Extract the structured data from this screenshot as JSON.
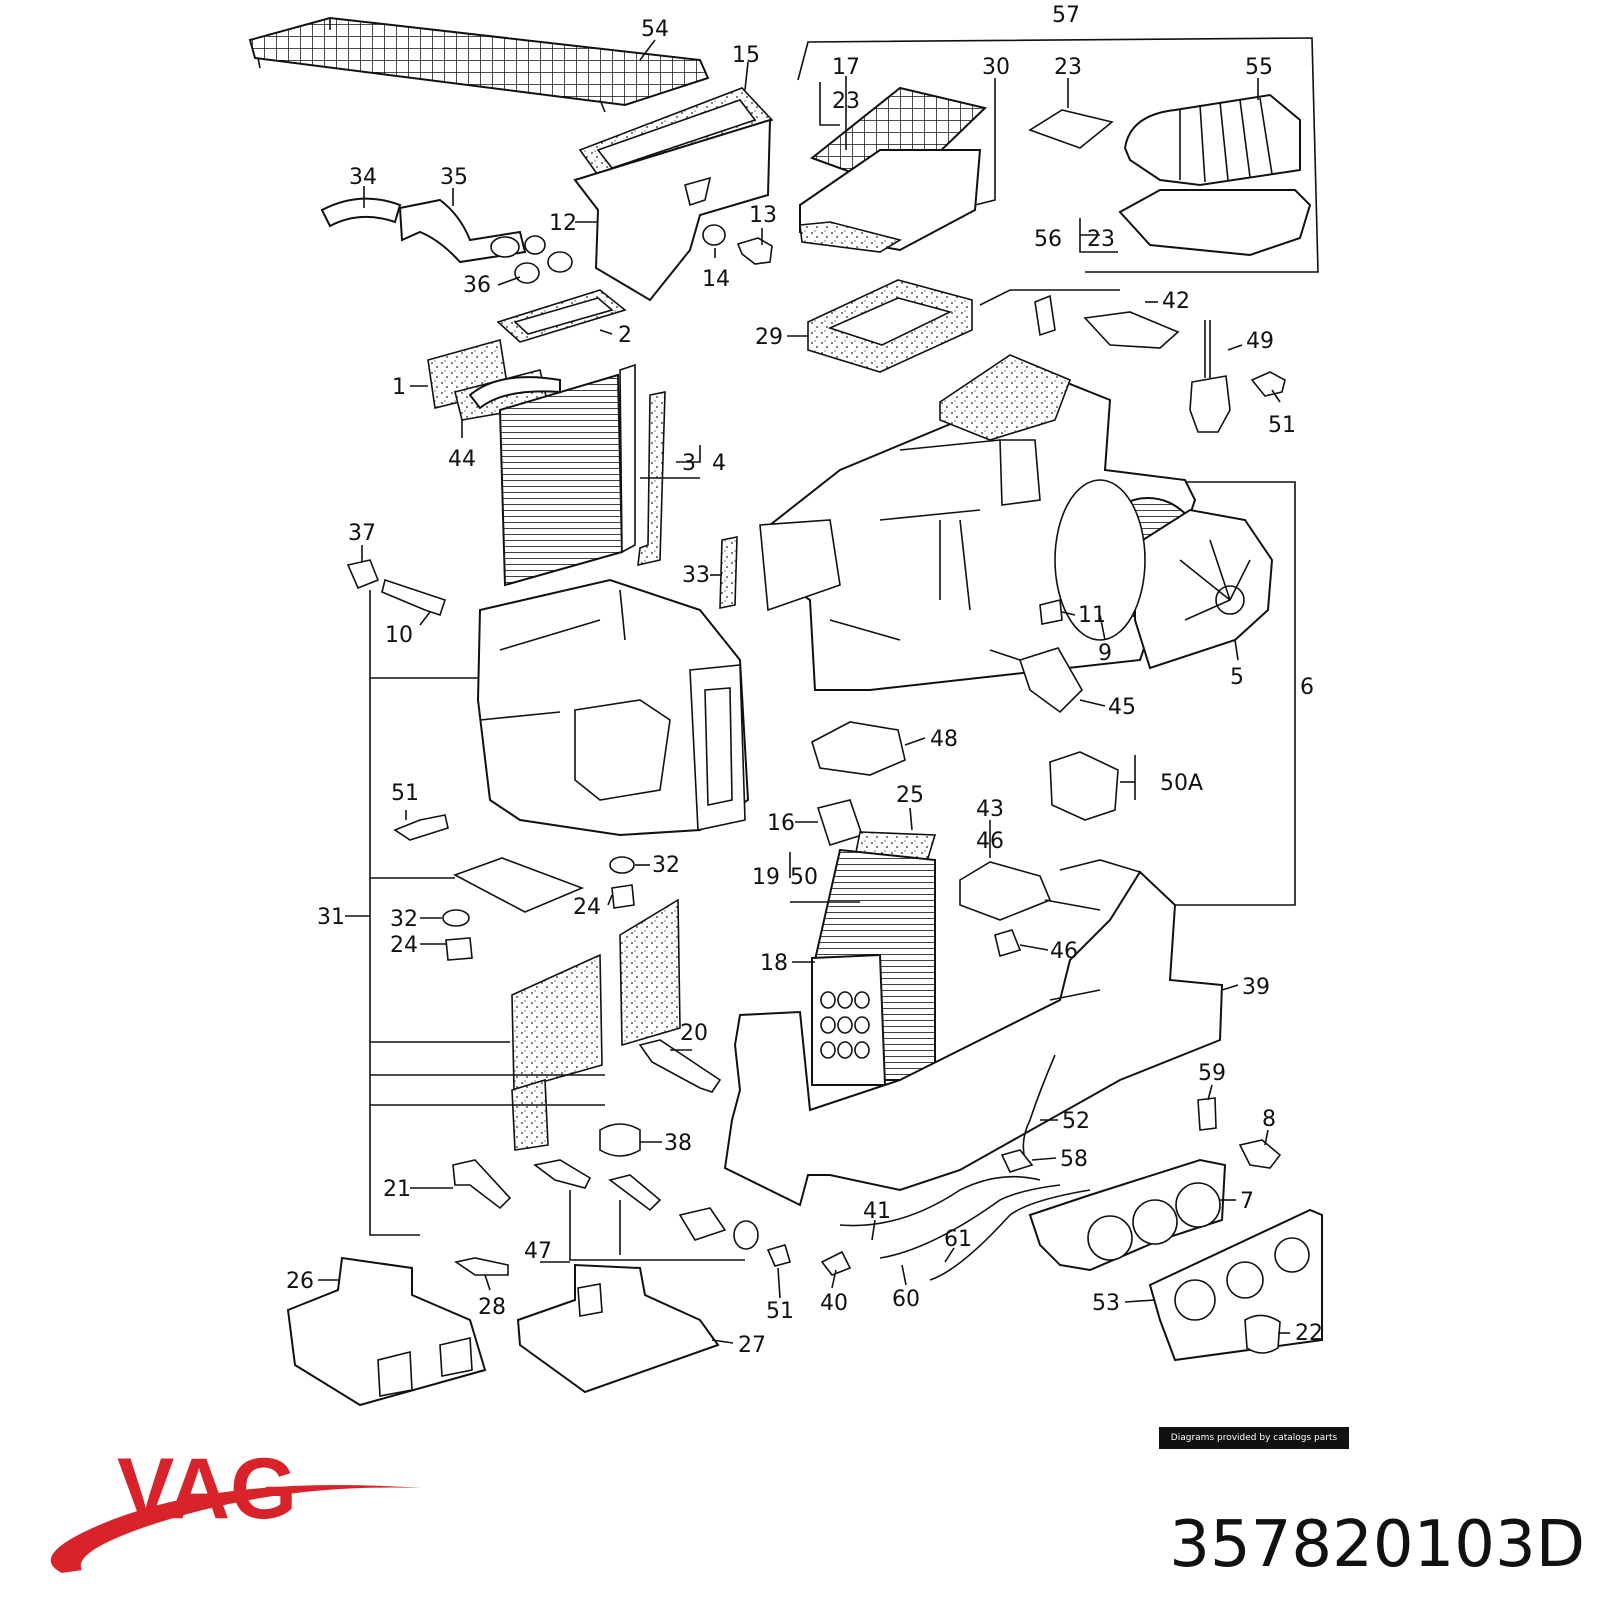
{
  "callouts": [
    "54",
    "57",
    "15",
    "17",
    "23",
    "30",
    "23",
    "55",
    "34",
    "35",
    "12",
    "13",
    "14",
    "36",
    "56",
    "23",
    "2",
    "1",
    "44",
    "42",
    "29",
    "49",
    "51",
    "3",
    "4",
    "37",
    "33",
    "11",
    "10",
    "9",
    "5",
    "6",
    "48",
    "45",
    "50A",
    "51",
    "25",
    "16",
    "43",
    "46",
    "19",
    "50",
    "32",
    "24",
    "31",
    "32",
    "24",
    "46",
    "18",
    "39",
    "20",
    "59",
    "52",
    "8",
    "38",
    "58",
    "21",
    "7",
    "47",
    "41",
    "61",
    "26",
    "28",
    "51",
    "40",
    "60",
    "53",
    "22",
    "27"
  ],
  "credit_text": "Diagrams provided by catalogs parts",
  "brand": {
    "name": "VAG",
    "color": "#d8232a"
  },
  "part_number": "357820103D"
}
